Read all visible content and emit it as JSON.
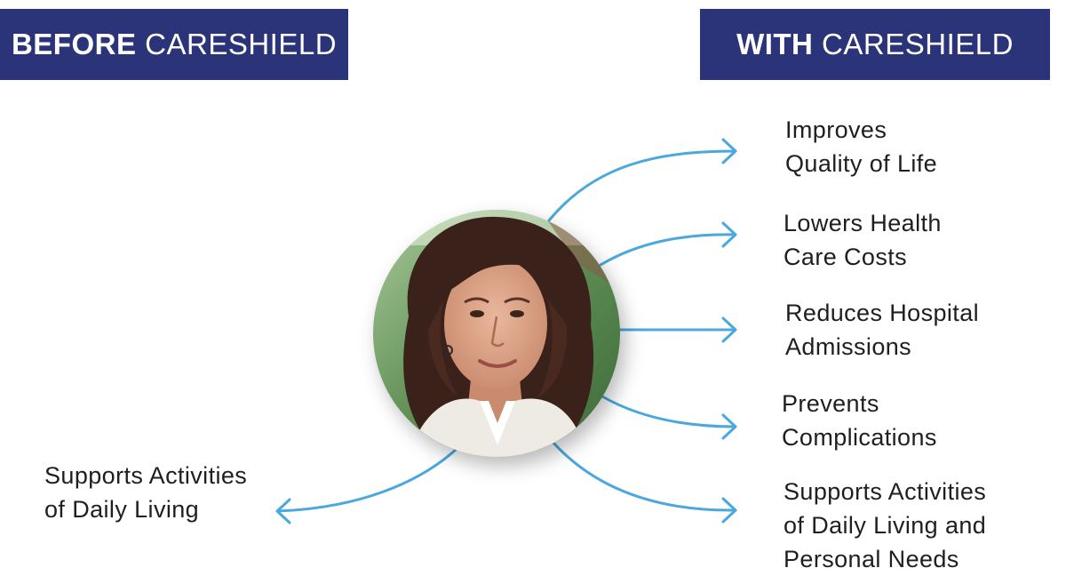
{
  "banners": {
    "before": {
      "strong": "BEFORE",
      "light": "CARESHIELD"
    },
    "with": {
      "strong": "WITH",
      "light": "CARESHIELD"
    }
  },
  "before_benefits": [
    {
      "line1": "Supports Activities",
      "line2": "of Daily Living"
    }
  ],
  "with_benefits": [
    {
      "line1": "Improves",
      "line2": "Quality of Life"
    },
    {
      "line1": "Lowers Health",
      "line2": "Care Costs"
    },
    {
      "line1": "Reduces Hospital",
      "line2": "Admissions"
    },
    {
      "line1": "Prevents",
      "line2": "Complications"
    },
    {
      "line1": "Supports Activities",
      "line2": "of Daily Living and",
      "line3": "Personal Needs"
    }
  ],
  "colors": {
    "banner": "#2b3478",
    "arrow": "#4aa8de",
    "text": "#1f1f1f"
  }
}
